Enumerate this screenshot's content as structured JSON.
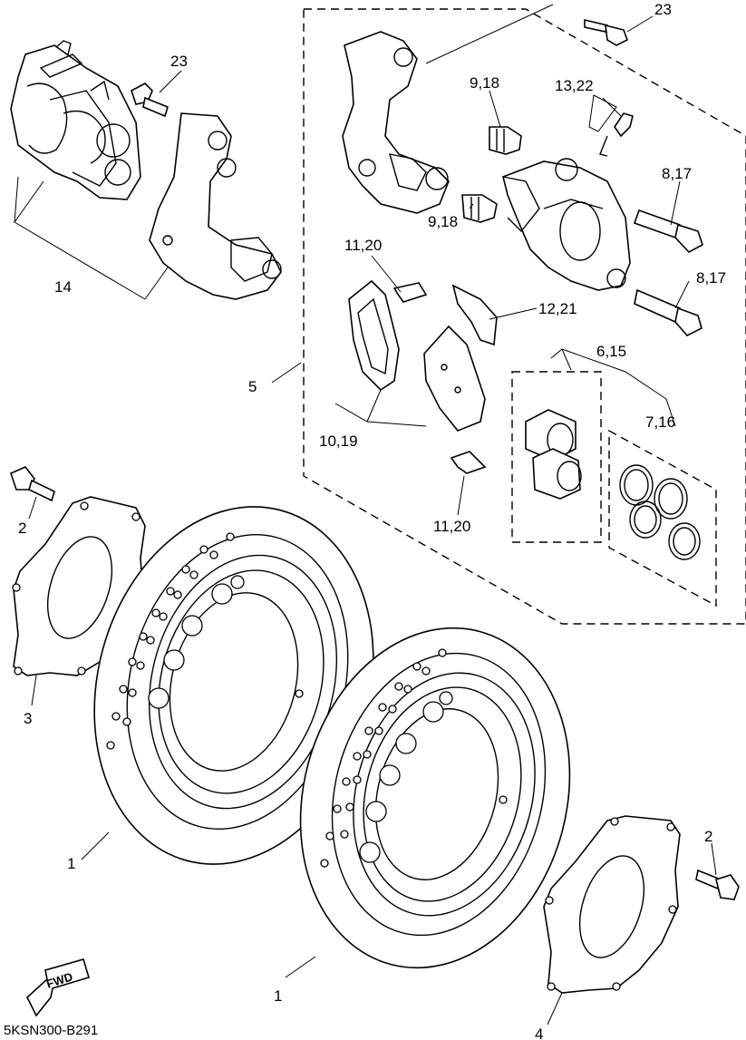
{
  "diagram": {
    "labels": {
      "p23_top": "23",
      "p23_left": "23",
      "p9_18_top": "9,18",
      "p13_22": "13,22",
      "p8_17_top": "8,17",
      "p9_18_mid": "9,18",
      "p8_17_bottom": "8,17",
      "p11_20_top": "11,20",
      "p12_21": "12,21",
      "p14": "14",
      "p5": "5",
      "p6_15": "6,15",
      "p7_16": "7,16",
      "p10_19": "10,19",
      "p11_20_bottom": "11,20",
      "p2_left": "2",
      "p3": "3",
      "p1_left": "1",
      "p2_right": "2",
      "p1_right": "1",
      "p4": "4"
    },
    "fwd_label": "FWD",
    "code": "5KSN300-B291"
  }
}
